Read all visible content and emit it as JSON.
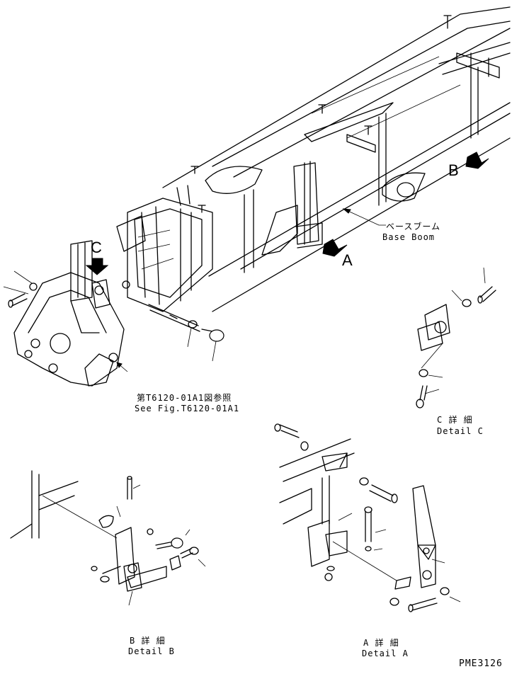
{
  "labels": {
    "base_boom_jp": "ベースブーム",
    "base_boom_en": "Base Boom",
    "view_a": "A",
    "view_b": "B",
    "view_c": "C",
    "ref_jp": "第T6120-01A1図参照",
    "ref_en": "See Fig.T6120-01A1",
    "detail_c_jp": "C 詳 細",
    "detail_c_en": "Detail C",
    "detail_b_jp": "B 詳 細",
    "detail_b_en": "Detail B",
    "detail_a_jp": "A 詳 細",
    "detail_a_en": "Detail A",
    "figure_code": "PME3126"
  }
}
